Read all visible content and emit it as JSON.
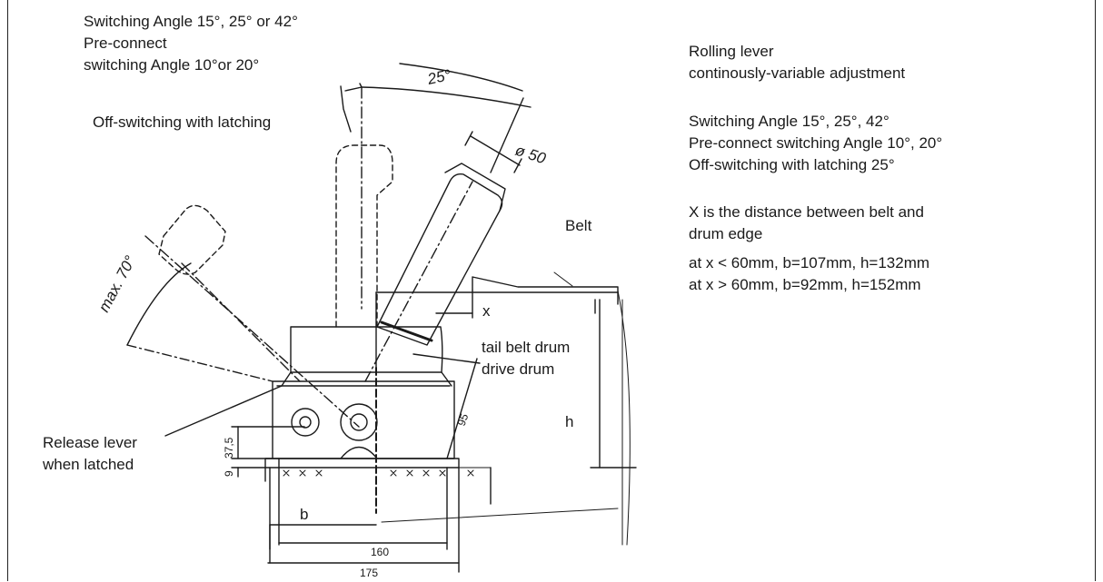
{
  "top_left": {
    "switching_angle": "Switching Angle 15°, 25° or 42°",
    "pre_connect": "Pre-connect",
    "pre_connect_angle": "switching Angle 10°or 20°",
    "off_switching": "Off-switching with latching"
  },
  "right_info": {
    "rolling_lever": "Rolling lever",
    "adjustment": "continously-variable adjustment",
    "angles": "Switching Angle 15°, 25°, 42°",
    "pre_connect": "Pre-connect switching Angle 10°, 20°",
    "off_switching": "Off-switching with latching 25°",
    "x_desc_1": "X  is the distance between belt and",
    "x_desc_2": "drum edge",
    "case_1": "at x < 60mm, b=107mm, h=132mm",
    "case_2": "at x > 60mm, b=92mm, h=152mm"
  },
  "labels": {
    "belt": "Belt",
    "tail_drum": "tail belt drum",
    "drive_drum": "drive drum",
    "release_1": "Release lever",
    "release_2": "when latched",
    "x": "x",
    "h": "h",
    "b": "b"
  },
  "dimensions": {
    "angle_25": "25°",
    "diameter": "ø 50",
    "max_angle": "max. 70°",
    "d_95": "95",
    "d_37_5": "37,5",
    "d_9": "9",
    "d_160": "160",
    "d_175": "175"
  }
}
